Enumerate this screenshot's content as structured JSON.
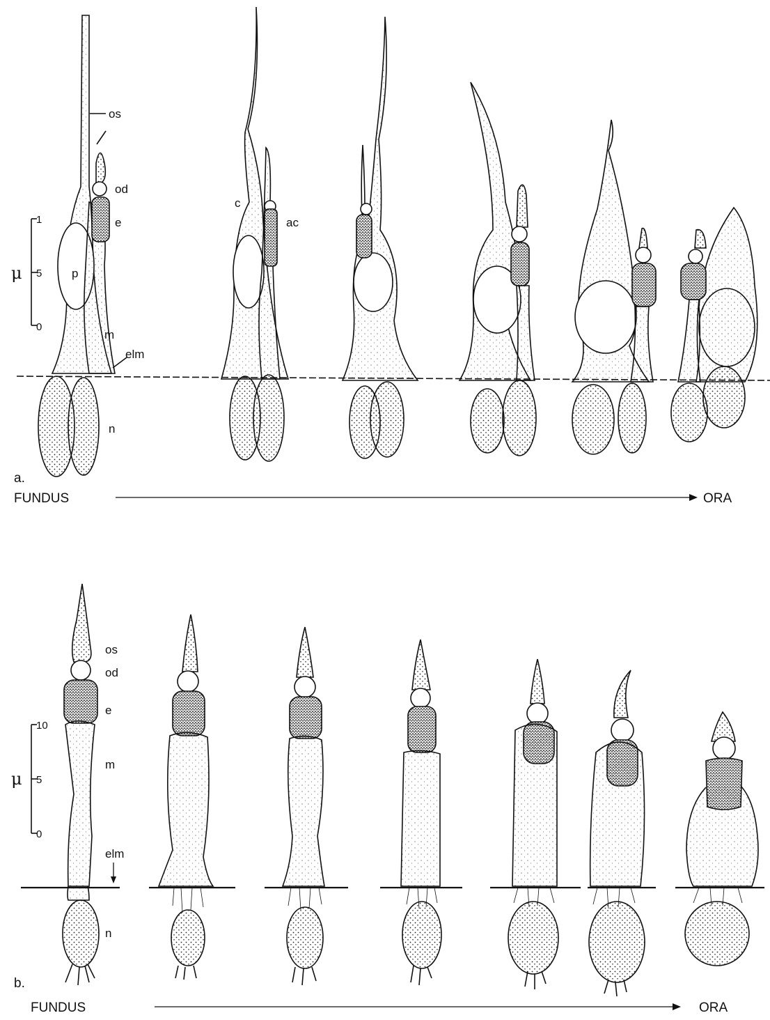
{
  "panel_a": {
    "label": "a.",
    "start": "FUNDUS",
    "end": "ORA",
    "scale": {
      "unit": "μ",
      "ticks": [
        "1",
        "5",
        "0"
      ]
    },
    "structure_labels": {
      "os": "os",
      "od": "od",
      "e": "e",
      "p": "p",
      "m": "m",
      "elm": "elm",
      "n": "n",
      "c": "c",
      "ac": "ac"
    }
  },
  "panel_b": {
    "label": "b.",
    "start": "FUNDUS",
    "end": "ORA",
    "scale": {
      "unit": "μ",
      "ticks": [
        "10",
        "5",
        "0"
      ]
    },
    "structure_labels": {
      "os": "os",
      "od": "od",
      "e": "e",
      "m": "m",
      "elm": "elm",
      "n": "n"
    }
  }
}
